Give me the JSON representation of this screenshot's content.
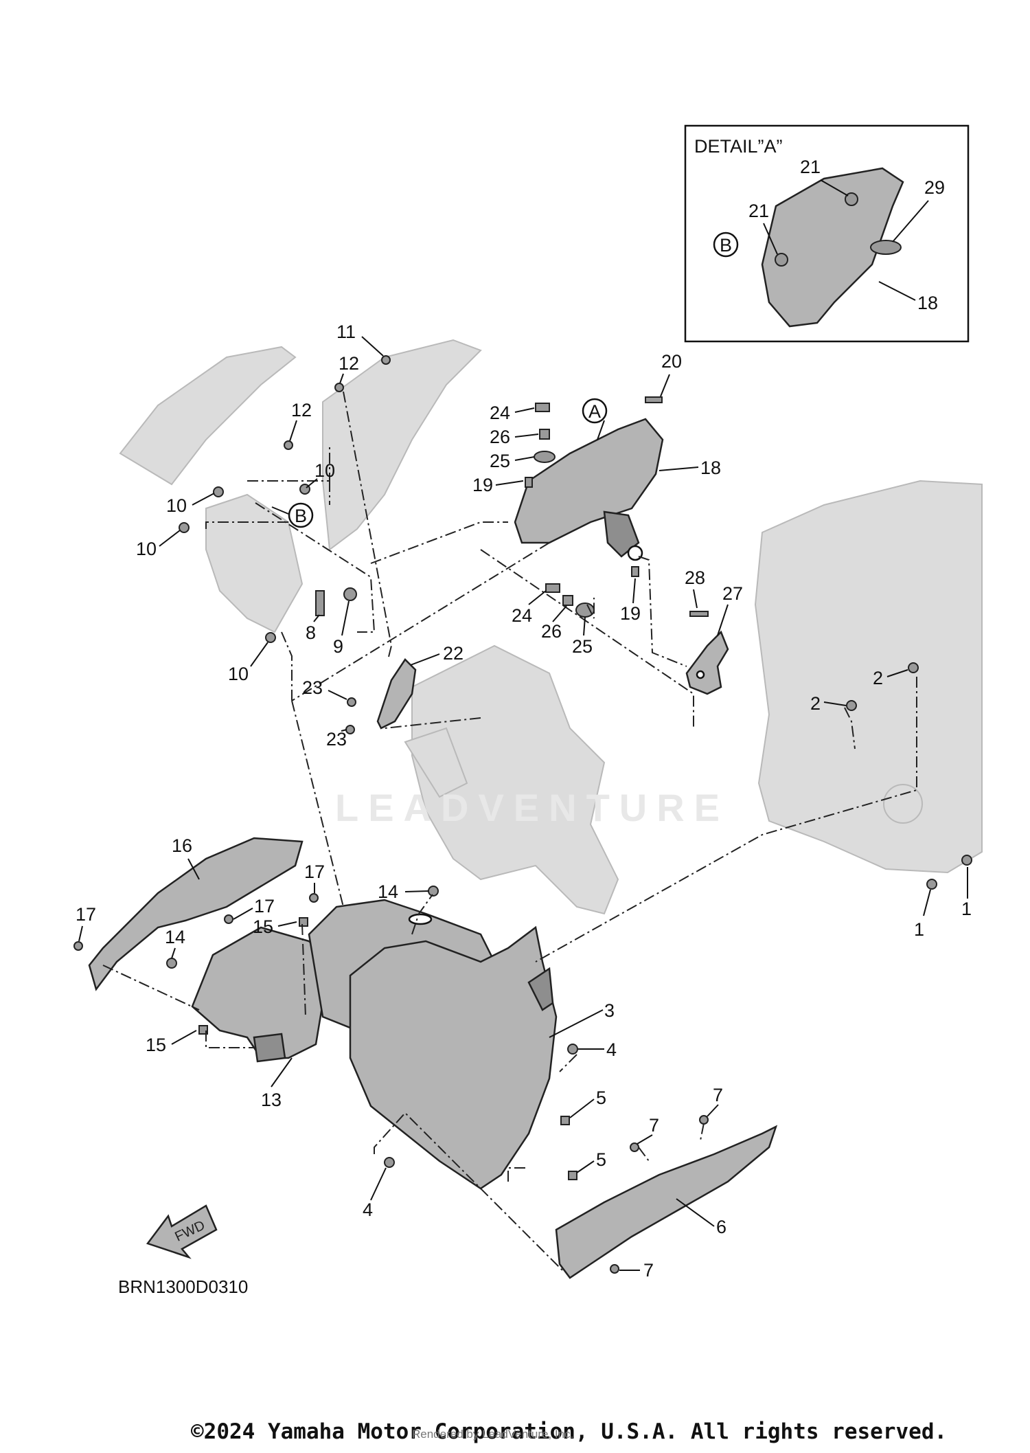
{
  "detail": {
    "title": "DETAIL”A”"
  },
  "callouts": {
    "p1a": "1",
    "p1b": "1",
    "p2a": "2",
    "p2b": "2",
    "p3": "3",
    "p4a": "4",
    "p4b": "4",
    "p5a": "5",
    "p5b": "5",
    "p6": "6",
    "p7a": "7",
    "p7b": "7",
    "p7c": "7",
    "p8": "8",
    "p9": "9",
    "p10a": "10",
    "p10b": "10",
    "p10c": "10",
    "p10d": "10",
    "p11": "11",
    "p12a": "12",
    "p12b": "12",
    "p13": "13",
    "p14a": "14",
    "p14b": "14",
    "p15a": "15",
    "p15b": "15",
    "p16": "16",
    "p17a": "17",
    "p17b": "17",
    "p17c": "17",
    "p18": "18",
    "p18d": "18",
    "p19a": "19",
    "p19b": "19",
    "p20": "20",
    "p21a": "21",
    "p21b": "21",
    "p22": "22",
    "p23a": "23",
    "p23b": "23",
    "p24a": "24",
    "p24b": "24",
    "p25a": "25",
    "p25b": "25",
    "p26a": "26",
    "p26b": "26",
    "p27": "27",
    "p28": "28",
    "p29": "29",
    "refA": "A",
    "refB1": "B",
    "refB2": "B"
  },
  "fwd_label": "FWD",
  "diagram_code": "BRN1300D0310",
  "watermark": "LEADVENTURE",
  "copyright": "©2024 Yamaha Motor Corporation, U.S.A. All rights reserved.",
  "rendered_by": "Rendered by LeadVenture, Inc."
}
